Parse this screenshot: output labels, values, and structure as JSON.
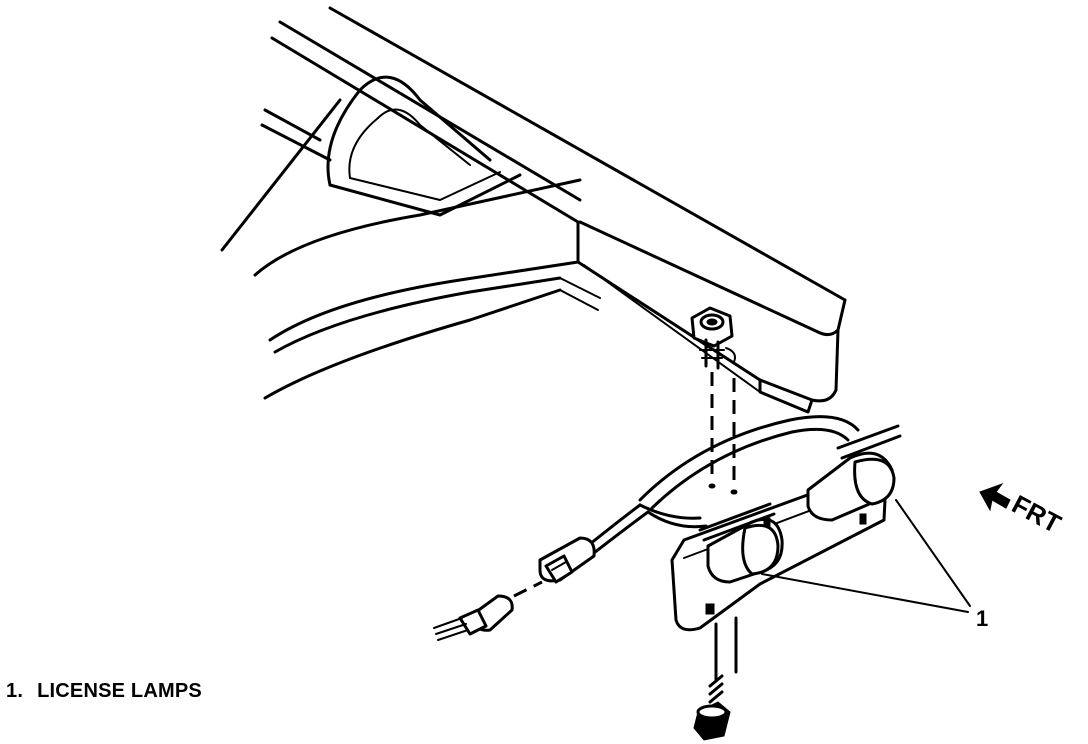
{
  "diagram": {
    "callout_number": "1",
    "direction_label": "FRT"
  },
  "legend": {
    "items": [
      {
        "number": "1.",
        "label": "LICENSE LAMPS"
      }
    ]
  }
}
